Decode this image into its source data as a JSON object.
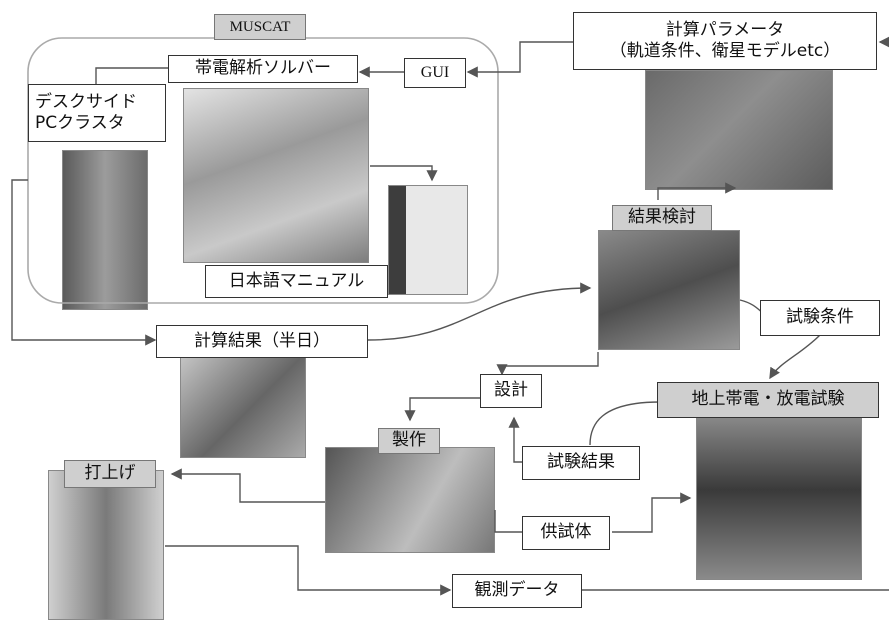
{
  "nodes": {
    "muscat": "MUSCAT",
    "solver": "帯電解析ソルバー",
    "gui": "GUI",
    "pc_cluster": [
      "デスクサイド",
      "PCクラスタ"
    ],
    "manual": "日本語マニュアル",
    "params": [
      "計算パラメータ",
      "（軌道条件、衛星モデルetc）"
    ],
    "review": "結果検討",
    "calc_result": "計算結果（半日）",
    "test_conditions": "試験条件",
    "design": "設計",
    "ground_test": "地上帯電・放電試験",
    "fabrication": "製作",
    "test_results": "試験結果",
    "launch": "打上げ",
    "specimen": "供試体",
    "obs_data": "観測データ"
  },
  "colors": {
    "line": "#555555",
    "label_bg_grey": "#cfcfcf",
    "muscat_frame": "#aaaaaa"
  }
}
